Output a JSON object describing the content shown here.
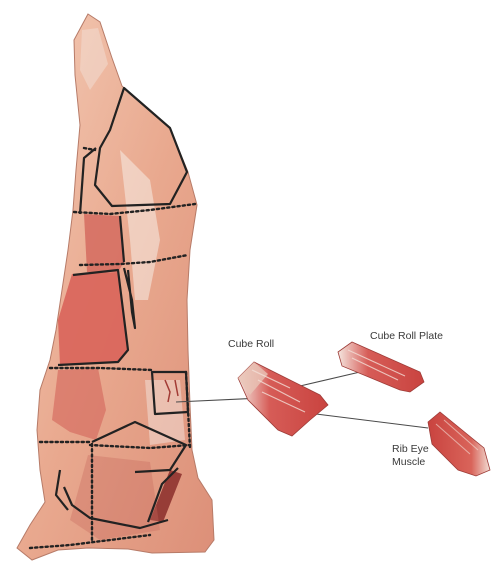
{
  "labels": {
    "cube_roll": "Cube Roll",
    "cube_roll_plate": "Cube Roll Plate",
    "rib_eye_line1": "Rib Eye",
    "rib_eye_line2": "Muscle"
  },
  "colors": {
    "background": "#ffffff",
    "carcass_base": "#e9a98f",
    "carcass_light": "#f1c4ad",
    "lean_red": "#d9645a",
    "fat": "#f5ece6",
    "outline": "#222222",
    "leader_line": "#4a4a4a"
  },
  "icons": [
    "beef-forequarter-illustration",
    "cube-roll-cut-image",
    "cube-roll-plate-cut-image",
    "rib-eye-muscle-cut-image"
  ]
}
